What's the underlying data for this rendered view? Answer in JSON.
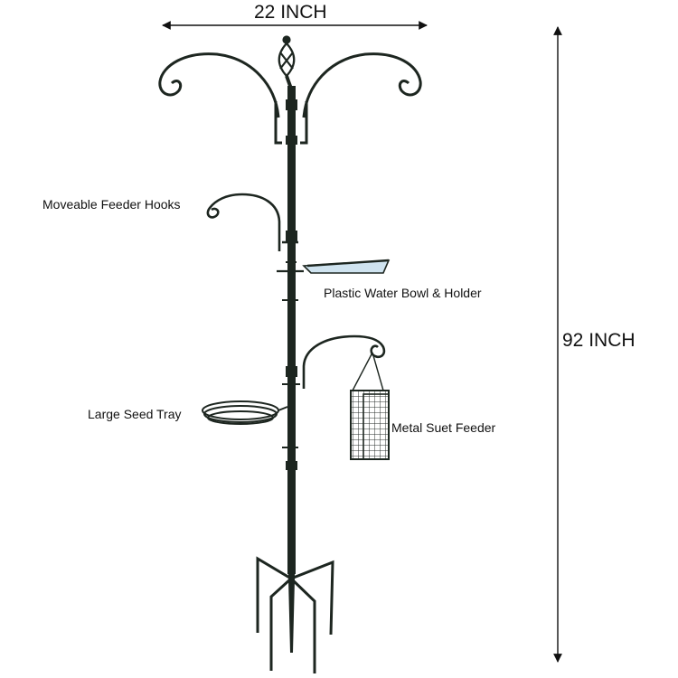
{
  "dimensions": {
    "width_label": "22 INCH",
    "height_label": "92 INCH"
  },
  "parts": {
    "feeder_hooks": "Moveable Feeder Hooks",
    "water_bowl": "Plastic Water Bowl & Holder",
    "seed_tray": "Large Seed Tray",
    "suet_feeder": "Metal Suet Feeder"
  },
  "colors": {
    "metal": "#1d2620",
    "text": "#111111",
    "water_bowl": "#cfe3ef",
    "background": "#ffffff"
  }
}
